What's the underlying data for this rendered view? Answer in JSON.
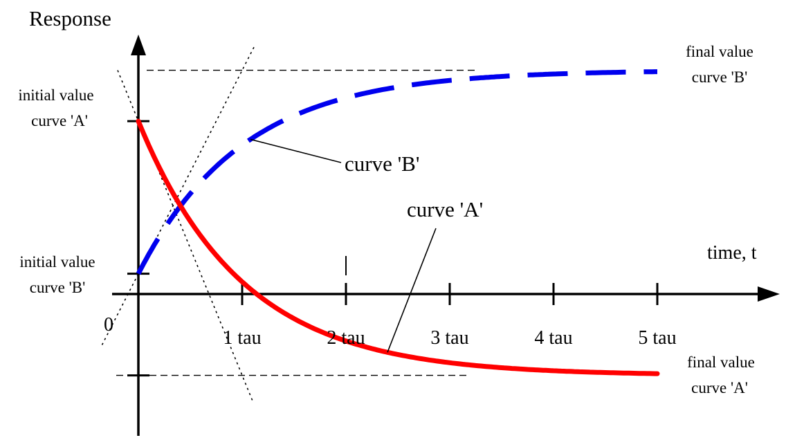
{
  "axis": {
    "y_title": "Response",
    "x_title": "time, t",
    "origin": "0",
    "ticks": [
      {
        "t": 1,
        "label": "1 tau"
      },
      {
        "t": 2,
        "label": "2 tau"
      },
      {
        "t": 3,
        "label": "3 tau"
      },
      {
        "t": 4,
        "label": "4 tau"
      },
      {
        "t": 5,
        "label": "5 tau"
      }
    ]
  },
  "labels": {
    "initial_a_line1": "initial value",
    "initial_a_line2": "curve 'A'",
    "initial_b_line1": "initial value",
    "initial_b_line2": "curve 'B'",
    "final_b_line1": "final value",
    "final_b_line2": "curve 'B'",
    "final_a_line1": "final value",
    "final_a_line2": "curve 'A'"
  },
  "curve_a": {
    "name": "curve 'A'",
    "color": "#ff0000",
    "initial": 0.85,
    "final": -0.4,
    "tau": 1
  },
  "curve_b": {
    "name": "curve 'B'",
    "color": "#0000ee",
    "initial": 0.1,
    "final": 1.1,
    "tau": 1
  },
  "colors": {
    "axis": "#000000",
    "guide": "#000000"
  }
}
